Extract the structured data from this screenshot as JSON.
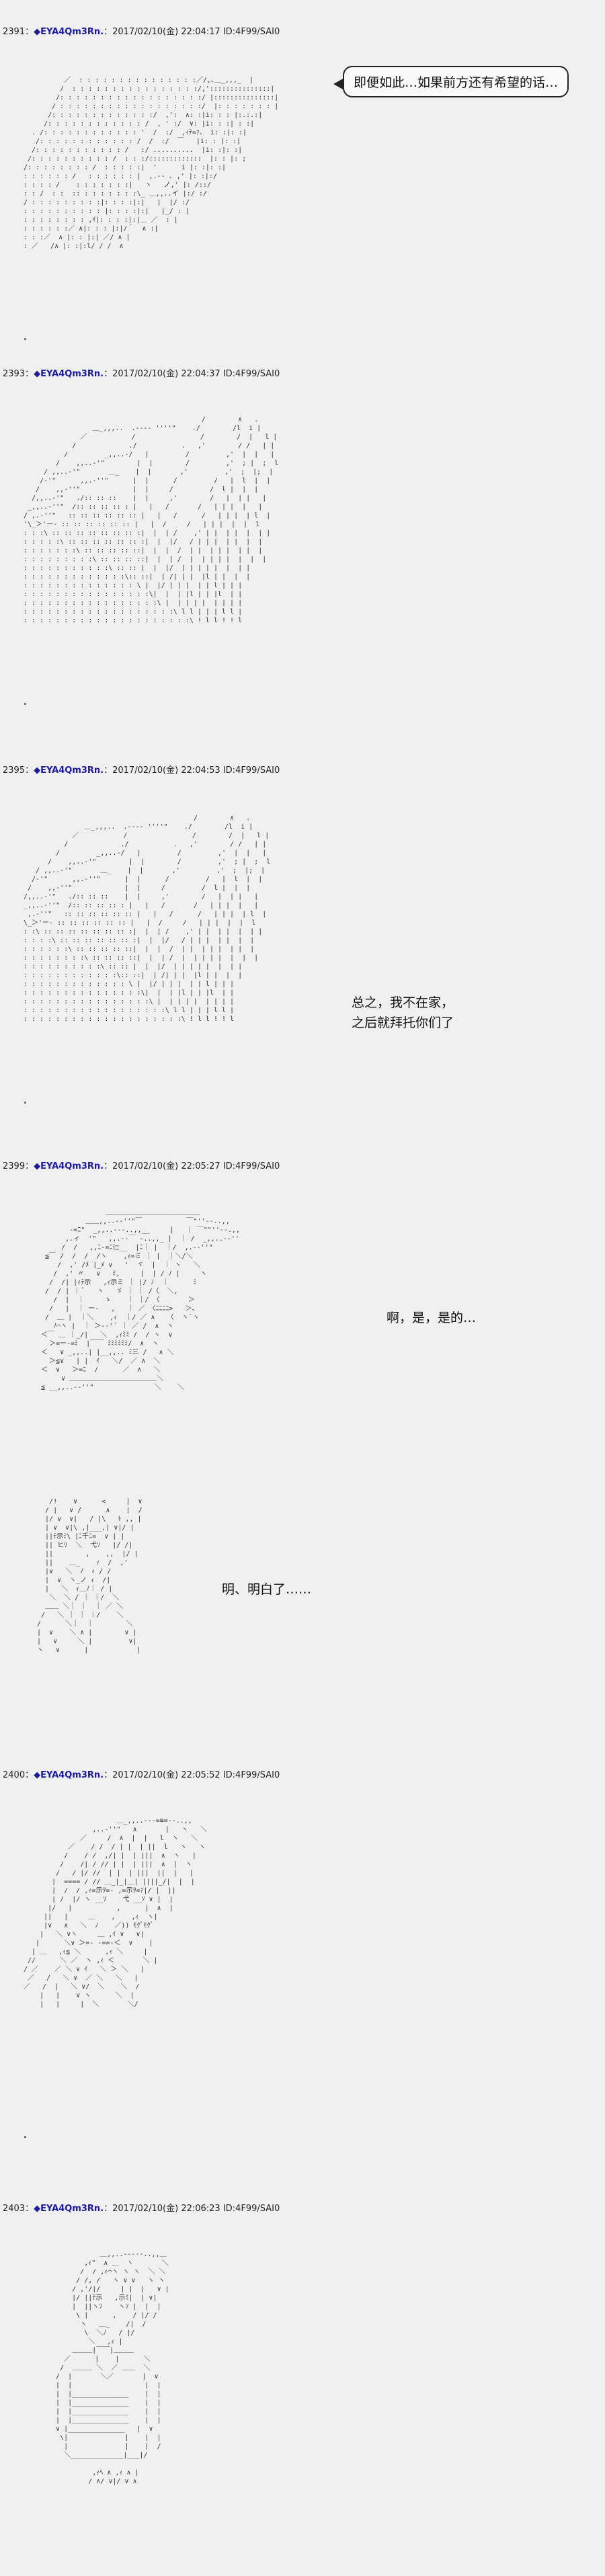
{
  "posts": [
    {
      "num": "2391",
      "sep": "：",
      "trip": "◆EYA4Qm3Rn.",
      "date": "：2017/02/10(金) 22:04:17 ID:4F99/SAI0"
    },
    {
      "num": "2393",
      "sep": "：",
      "trip": "◆EYA4Qm3Rn.",
      "date": "：2017/02/10(金) 22:04:37 ID:4F99/SAI0"
    },
    {
      "num": "2395",
      "sep": "：",
      "trip": "◆EYA4Qm3Rn.",
      "date": "：2017/02/10(金) 22:04:53 ID:4F99/SAI0"
    },
    {
      "num": "2399",
      "sep": "：",
      "trip": "◆EYA4Qm3Rn.",
      "date": "：2017/02/10(金) 22:05:27 ID:4F99/SAI0"
    },
    {
      "num": "2400",
      "sep": "：",
      "trip": "◆EYA4Qm3Rn.",
      "date": "：2017/02/10(金) 22:05:52 ID:4F99/SAI0"
    },
    {
      "num": "2403",
      "sep": "：",
      "trip": "◆EYA4Qm3Rn.",
      "date": "：2017/02/10(金) 22:06:23 ID:4F99/SAI0"
    }
  ],
  "dialogue": {
    "bubble_1": "即便如此…如果前方还有希望的话…",
    "caption_2_line1": "总之，我不在家，",
    "caption_2_line2": "之后就拜托你们了",
    "caption_3": "啊，是，是的…",
    "caption_4": "明、明白了……"
  }
}
